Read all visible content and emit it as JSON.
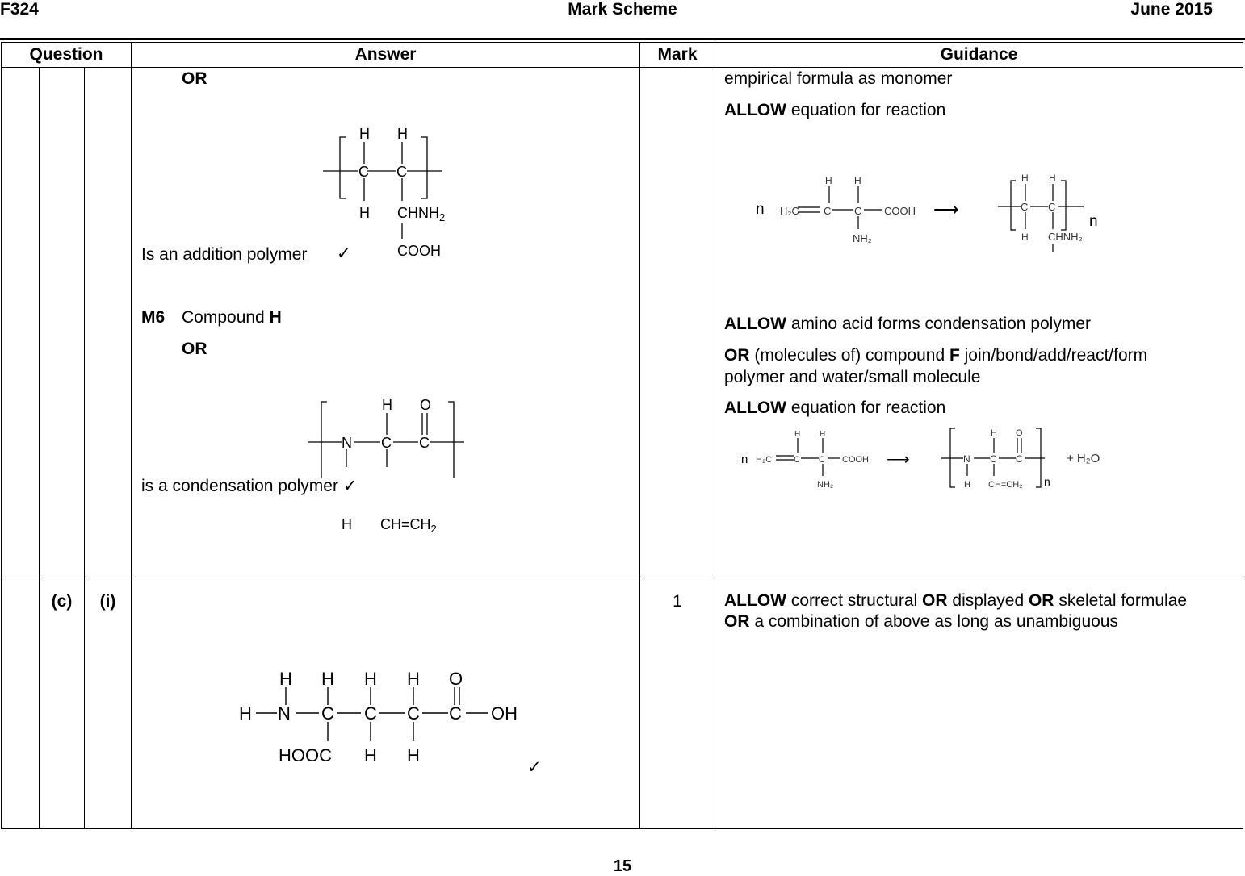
{
  "header": {
    "code": "F324",
    "title": "Mark Scheme",
    "date": "June 2015"
  },
  "table": {
    "headers": {
      "question": "Question",
      "answer": "Answer",
      "mark": "Mark",
      "guidance": "Guidance"
    },
    "row1": {
      "answer": {
        "or_1": "OR",
        "polyA": {
          "top_h1": "H",
          "top_h2": "H",
          "c1": "C",
          "c2": "C",
          "bot_h": "H",
          "chnh": "CHNH",
          "sub2": "2",
          "cooh": "COOH"
        },
        "addition_text": "Is an addition polymer",
        "tick": "✓",
        "m6": "M6",
        "compound_pre": "Compound",
        "compound_letter": "H",
        "or_2": "OR",
        "polyB": {
          "h_top": "H",
          "o_top": "O",
          "n": "N",
          "c1": "C",
          "c2": "C",
          "h_bot": "H",
          "ch": "CH=CH",
          "sub2": "2"
        },
        "condensation_text": "is a condensation polymer"
      },
      "guidance": {
        "line1": "empirical formula as monomer",
        "allow1_b": "ALLOW",
        "allow1_t": "equation for reaction",
        "eq1": {
          "n_left": "n",
          "h2c": "H₂C",
          "c": "C",
          "h": "H",
          "cooh": "COOH",
          "nh2": "NH₂",
          "arrow": "⟶",
          "chnh2": "CHNH₂",
          "n_right": "n"
        },
        "allow2_b": "ALLOW",
        "allow2_t": "amino acid forms condensation polymer",
        "or3_b": "OR",
        "or3_t1": "(molecules of) compound",
        "or3_f": "F",
        "or3_t2": "join/bond/add/react/form",
        "or3_line2": "polymer and water/small molecule",
        "allow3_b": "ALLOW",
        "allow3_t": "equation for reaction",
        "eq2": {
          "n_left": "n",
          "h2c": "H₂C",
          "c": "C",
          "h": "H",
          "cooh": "COOH",
          "nh2": "NH₂",
          "arrow": "⟶",
          "n": "N",
          "o": "O",
          "ch": "CH=CH₂",
          "n_right": "n",
          "water": "+ H₂O"
        }
      }
    },
    "row2": {
      "part": "(c)",
      "subpart": "(i)",
      "mark": "1",
      "answer": {
        "h": "H",
        "n": "N",
        "c": "C",
        "o": "O",
        "oh": "OH",
        "hooc": "HOOC",
        "tick": "✓"
      },
      "guidance": {
        "l1_allow": "ALLOW",
        "l1_t1": "correct structural",
        "l1_or1": "OR",
        "l1_t2": "displayed",
        "l1_or2": "OR",
        "l1_t3": "skeletal formulae",
        "l2_or": "OR",
        "l2_t": "a combination of above as long as unambiguous"
      }
    }
  },
  "footer": {
    "page": "15"
  }
}
